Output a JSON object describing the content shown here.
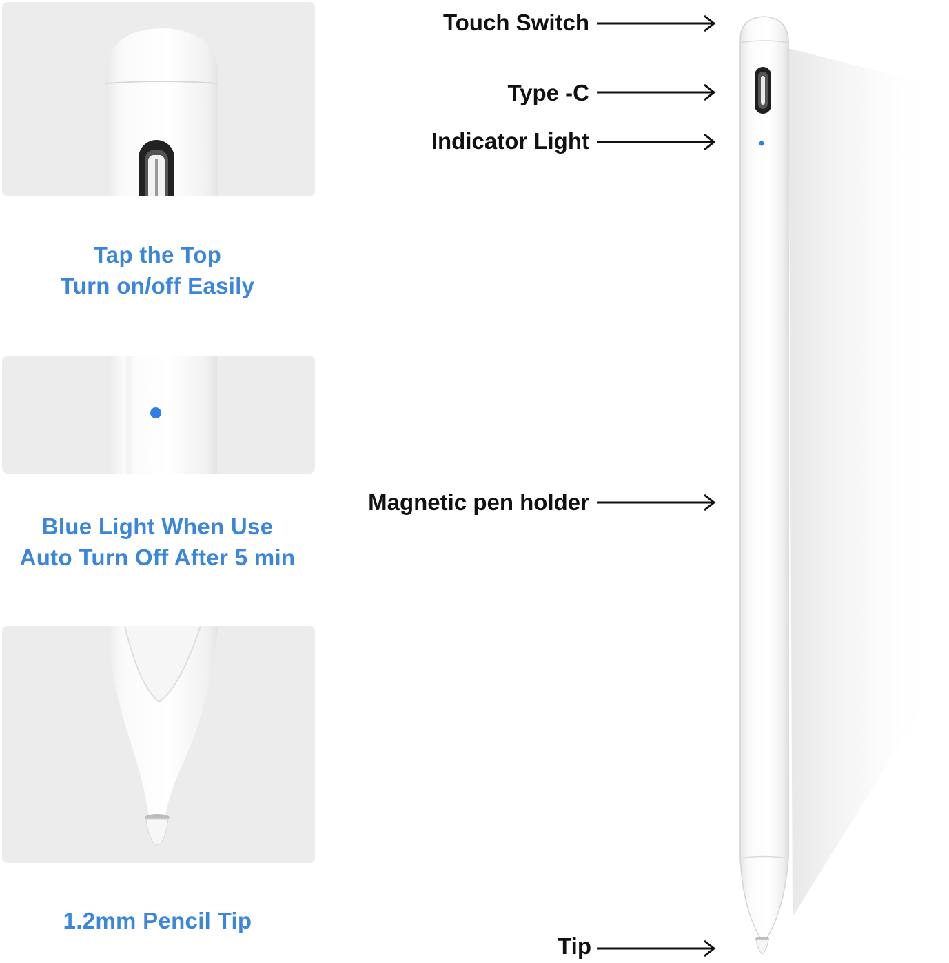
{
  "features": [
    {
      "lines": [
        "Tap the Top",
        "Turn on/off Easily"
      ]
    },
    {
      "lines": [
        "Blue Light When Use",
        "Auto Turn Off After 5 min"
      ]
    },
    {
      "lines": [
        "1.2mm Pencil Tip"
      ]
    }
  ],
  "callouts": {
    "touch_switch": "Touch Switch",
    "type_c": "Type -C",
    "indicator_light": "Indicator Light",
    "magnetic_holder": "Magnetic pen holder",
    "tip": "Tip"
  },
  "colors": {
    "caption_blue": "#3b86dc",
    "indicator_blue": "#2f7fe6",
    "panel_bg": "#ececec"
  },
  "icons": [
    "arrow-right-icon",
    "pen-image",
    "usb-c-port-icon",
    "indicator-light-icon"
  ]
}
